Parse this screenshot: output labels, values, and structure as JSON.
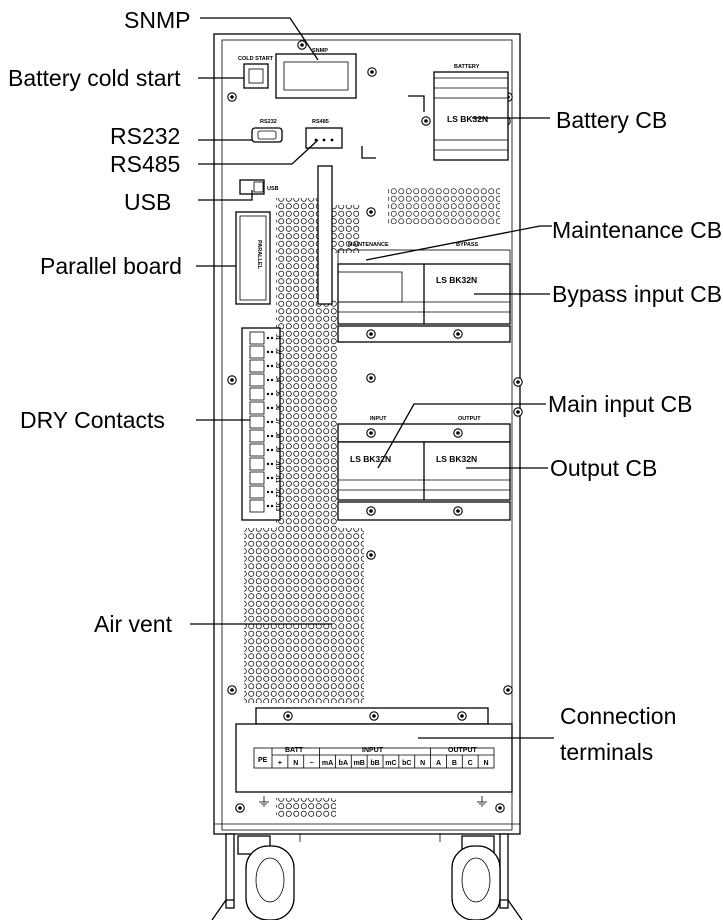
{
  "callouts": {
    "snmp": "SNMP",
    "battery_cold_start": "Battery cold start",
    "rs232": "RS232",
    "rs485": "RS485",
    "usb": "USB",
    "parallel_board": "Parallel board",
    "dry_contacts": "DRY Contacts",
    "air_vent": "Air vent",
    "battery_cb": "Battery CB",
    "maintenance_cb": "Maintenance CB",
    "bypass_input_cb": "Bypass input CB",
    "main_input_cb": "Main input CB",
    "output_cb": "Output CB",
    "connection_terminals_1": "Connection",
    "connection_terminals_2": "terminals"
  },
  "panel_labels": {
    "cold_start": "COLD START",
    "snmp": "SNMP",
    "rs232": "RS232",
    "rs485": "RS485",
    "usb": "USB",
    "parallel": "PARALLEL",
    "battery": "BATTERY",
    "maintenance": "MAINTENANCE",
    "bypass": "BYPASS",
    "input": "INPUT",
    "output": "OUTPUT",
    "breaker_model": "LS BK32N"
  },
  "terminals": {
    "pe": "PE",
    "group_batt": "BATT",
    "group_input": "INPUT",
    "group_output": "OUTPUT",
    "batt_cells": [
      "+",
      "N",
      "−"
    ],
    "input_cells": [
      "mA",
      "bA",
      "mB",
      "bB",
      "mC",
      "bC",
      "N"
    ],
    "output_cells": [
      "A",
      "B",
      "C",
      "N"
    ]
  },
  "dry_contact_labels": [
    "J1",
    "J2",
    "J3",
    "J4",
    "J5",
    "J6",
    "J7",
    "J8",
    "J9",
    "J10",
    "J11",
    "J12",
    "J13"
  ]
}
